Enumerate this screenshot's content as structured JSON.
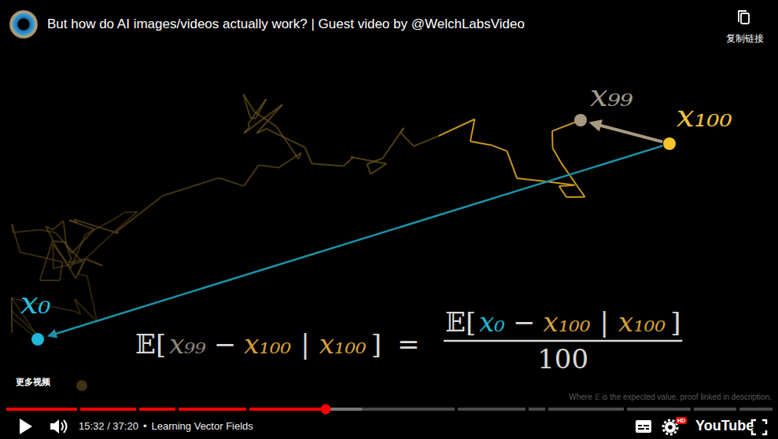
{
  "diagram": {
    "title": "But how do AI images/videos actually work? | Guest video by @WelchLabsVideo",
    "nodes": [
      {
        "text": [
          "x₉₉"
        ]
      },
      {
        "text": [
          "x₁₀₀"
        ]
      },
      {
        "text": [
          "x₀"
        ]
      }
    ],
    "edges": [
      {
        "from": 1,
        "to": 0,
        "arrow": "to"
      },
      {
        "from": 1,
        "to": 2,
        "arrow": "to"
      }
    ],
    "labels": [
      "复制链接",
      "𝔼[",
      "x₉₉",
      "−",
      "x₁₀₀",
      "|",
      "x₁₀₀",
      "]",
      "=",
      "𝔼[",
      "x₀",
      "−",
      "x₁₀₀",
      "|",
      "x₁₀₀",
      "]",
      "100",
      "更多视频",
      "15:32 / 37:20",
      "•",
      "Learning Vector Fields",
      "HD",
      "YouTube",
      "Where 𝔼 is the expected value, proof linked in description."
    ]
  }
}
